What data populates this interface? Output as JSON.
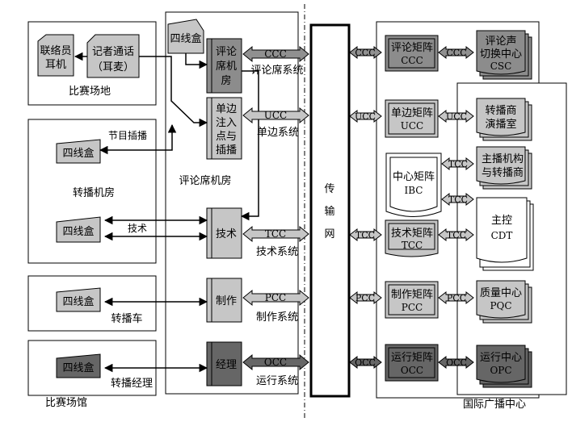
{
  "venue_area": {
    "title": "比赛场馆",
    "field": {
      "title": "比赛场地",
      "liaison_line1": "联络员",
      "liaison_line2": "耳机",
      "reporter_line1": "记者通话",
      "reporter_line2": "（耳麦）"
    },
    "broadcast_room": {
      "title": "转播机房",
      "box_label": "四线盒",
      "program_label": "节目插播",
      "tech_label": "技术"
    },
    "truck": {
      "title": "转播车",
      "box_label": "四线盒"
    },
    "manager": {
      "title": "转播经理",
      "box_label": "四线盒"
    }
  },
  "commentary_area": {
    "title": "评论席机房",
    "box_label": "四线盒",
    "room_line1": "评论",
    "room_line2": "席机",
    "room_line3": "房",
    "inject_line1": "单边",
    "inject_line2": "注入",
    "inject_line3": "点与",
    "inject_line4": "插播",
    "tech": "技术",
    "prod": "制作",
    "mgr": "经理"
  },
  "links": {
    "ccc": {
      "code": "CCC",
      "name": "评论席系统"
    },
    "ucc": {
      "code": "UCC",
      "name": "单边系统"
    },
    "tcc": {
      "code": "TCC",
      "name": "技术系统"
    },
    "pcc": {
      "code": "PCC",
      "name": "制作系统"
    },
    "occ": {
      "code": "OCC",
      "name": "运行系统"
    },
    "ibc_code": "TCC"
  },
  "network": {
    "char1": "传",
    "char2": "输",
    "char3": "网"
  },
  "ibc_area": {
    "title": "国际广播中心",
    "ccc_line1": "评论矩阵",
    "ccc_line2": "CCC",
    "ucc_line1": "单边矩阵",
    "ucc_line2": "UCC",
    "ibc_line1": "中心矩阵",
    "ibc_line2": "IBC",
    "tcc_line1": "技术矩阵",
    "tcc_line2": "TCC",
    "pcc_line1": "制作矩阵",
    "pcc_line2": "PCC",
    "occ_line1": "运行矩阵",
    "occ_line2": "OCC",
    "csc_line1": "评论声",
    "csc_line2": "切换中心",
    "csc_line3": "CSC",
    "bc_line1": "转播商",
    "bc_line2": "演播室",
    "hb_line1": "主播机构",
    "hb_line2": "与转播商",
    "cdt_line1": "主控",
    "cdt_line2": "CDT",
    "pqc_line1": "质量中心",
    "pqc_line2": "PQC",
    "opc_line1": "运行中心",
    "opc_line2": "OPC"
  }
}
